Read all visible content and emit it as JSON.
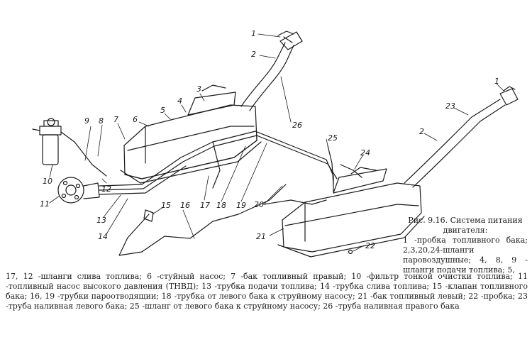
{
  "diagram": {
    "labels": {
      "l1a": "1",
      "l2a": "2",
      "l3": "3",
      "l4": "4",
      "l5": "5",
      "l6": "6",
      "l7": "7",
      "l8": "8",
      "l9": "9",
      "l10": "10",
      "l11": "11",
      "l12": "12",
      "l13": "13",
      "l14": "14",
      "l15": "15",
      "l16": "16",
      "l17": "17",
      "l18": "18",
      "l19": "19",
      "l20": "20",
      "l21": "21",
      "l22": "22",
      "l23": "23",
      "l24": "24",
      "l25": "25",
      "l26": "26",
      "l1b": "1",
      "l2b": "2"
    }
  },
  "caption": {
    "title": "Рис. 9.16. Система питания двигателя:",
    "text": "1 -пробка топливного бака; 2,3,20,24-шланги паровоздушные; 4, 8, 9 - шланги подачи топлива; 5,"
  },
  "bottom_text": "17, 12 -шланги слива топлива; 6 -стуйный насос; 7 -бак топливный правый; 10 -фильтр тонкой очистки топлива; 11 -топливный насос высокого давления (ТНВД); 13 -трубка подачи топлива; 14 -трубка слива топлива; 15 -клапан топливного бака; 16, 19 -трубки пароотводящии; 18 -трубка от левого бака к струйному насосу; 21 -бак топливный левый; 22 -пробка; 23 -труба наливная левого бака; 25 -шланг от левого бака к струйному насосу; 26 -труба наливная правого бака",
  "colors": {
    "line": "#1a1a1a",
    "background": "#ffffff"
  }
}
